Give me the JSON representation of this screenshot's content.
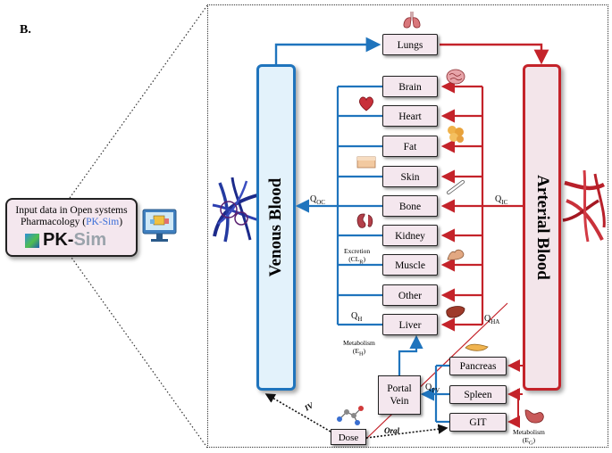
{
  "panel_label": "B.",
  "info_box": {
    "line1": "Input data in Open systems",
    "line2_prefix": "Pharmacology (",
    "line2_link": "PK-Sim",
    "line2_suffix": ")",
    "logo_part1": "PK-",
    "logo_part2": "Sim"
  },
  "compartments": {
    "venous": "Venous Blood",
    "arterial": "Arterial Blood",
    "lungs": "Lungs",
    "brain": "Brain",
    "heart": "Heart",
    "fat": "Fat",
    "skin": "Skin",
    "bone": "Bone",
    "kidney": "Kidney",
    "muscle": "Muscle",
    "other": "Other",
    "liver": "Liver",
    "pancreas": "Pancreas",
    "spleen": "Spleen",
    "git": "GIT",
    "portal_vein": "Portal Vein",
    "dose": "Dose"
  },
  "flows": {
    "q_oc": "Q",
    "q_oc_sub": "OC",
    "q_ic": "Q",
    "q_ic_sub": "IC",
    "q_h": "Q",
    "q_h_sub": "H",
    "q_ha": "Q",
    "q_ha_sub": "HA",
    "q_pv": "Q",
    "q_pv_sub": "PV"
  },
  "annotations": {
    "excretion": "Excretion",
    "excretion_param": "(CL",
    "excretion_param_sub": "R",
    "excretion_param_end": ")",
    "metabolism_h": "Metabolism",
    "metabolism_h_param": "(E",
    "metabolism_h_sub": "H",
    "metabolism_h_end": ")",
    "metabolism_g": "Metabolism",
    "metabolism_g_param": "(E",
    "metabolism_g_sub": "G",
    "metabolism_g_end": ")"
  },
  "routes": {
    "iv": "IV",
    "oral": "Oral"
  },
  "colors": {
    "venous": "#1f74bd",
    "arterial": "#c4232a",
    "box_fill": "#f4e7ee"
  }
}
